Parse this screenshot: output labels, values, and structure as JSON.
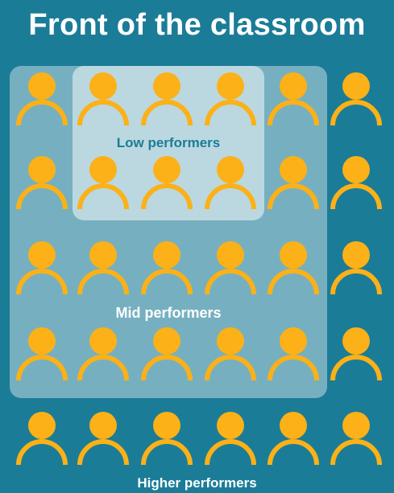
{
  "title": "Front of the classroom",
  "groups": {
    "low": {
      "label": "Low performers",
      "label_color": "#1b7c97"
    },
    "mid": {
      "label": "Mid performers",
      "label_color": "#ffffff"
    },
    "high": {
      "label": "Higher performers",
      "label_color": "#ffffff"
    }
  },
  "seating": {
    "rows": 5,
    "columns": 6
  },
  "colors": {
    "background": "#1b7c97",
    "person": "#fbb117",
    "title": "#ffffff"
  },
  "icons": {
    "student": "person-icon"
  }
}
